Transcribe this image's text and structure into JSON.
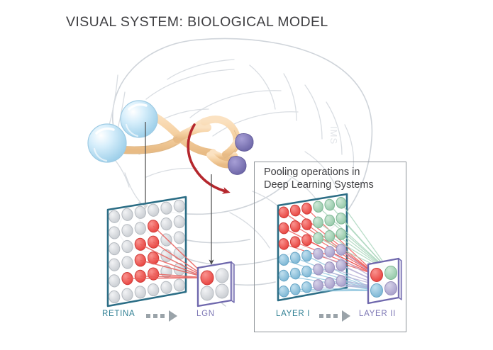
{
  "figure": {
    "title": "VISUAL SYSTEM: BIOLOGICAL MODEL",
    "background_color": "#ffffff",
    "watermark": "IMS"
  },
  "inner_panel": {
    "title_line1": "Pooling operations in",
    "title_line2": "Deep Learning Systems",
    "border_color": "#8f9499"
  },
  "labels": {
    "retina": "RETINA",
    "lgn": "LGN",
    "layer1": "LAYER I",
    "layer2": "LAYER II"
  },
  "colors": {
    "plate_border_teal": "#2b6d85",
    "plate_border_purple": "#6f68ad",
    "cell_gray": "#d4d7da",
    "cell_red": "#ef5350",
    "cell_green": "#a8d5ba",
    "cell_blue": "#8fc4dd",
    "cell_purple": "#b5aed4",
    "brain_outline": "#cfd4da",
    "eye_blue": "#b8ddf0",
    "nerve_tan": "#f3cfa0",
    "lgn_nub_purple": "#7b74b4",
    "red_arrow": "#b5272d",
    "label_teal": "#2f7f93",
    "label_purple": "#7d77b5",
    "sequence_gray": "#9aa3a9",
    "text_dark": "#3f3f42"
  },
  "diagram_data": {
    "type": "diagram",
    "description": "Biological visual system (retina to LGN) compared with pooling operations in deep learning systems (layer I to layer II).",
    "retina_plate": {
      "rows": 6,
      "cols": 6,
      "active_cells": [
        [
          1,
          3
        ],
        [
          2,
          2
        ],
        [
          2,
          3
        ],
        [
          3,
          2
        ],
        [
          3,
          3
        ],
        [
          4,
          1
        ],
        [
          4,
          2
        ],
        [
          4,
          3
        ]
      ],
      "active_color": "#ef5350",
      "inactive_color": "#d4d7da"
    },
    "lgn_plate": {
      "rows": 2,
      "cols": 2,
      "active_cells": [
        [
          0,
          0
        ]
      ],
      "active_color": "#ef5350"
    },
    "layer1_plate": {
      "rows": 6,
      "cols": 6,
      "quadrants": [
        {
          "name": "top-left",
          "color": "#ef5350"
        },
        {
          "name": "top-right",
          "color": "#a8d5ba"
        },
        {
          "name": "bottom-left",
          "color": "#8fc4dd"
        },
        {
          "name": "bottom-right",
          "color": "#b5aed4"
        }
      ]
    },
    "layer2_plate": {
      "rows": 2,
      "cols": 2,
      "cells": [
        {
          "pos": "top-left",
          "color": "#ef5350"
        },
        {
          "pos": "top-right",
          "color": "#a8d5ba"
        },
        {
          "pos": "bottom-left",
          "color": "#8fc4dd"
        },
        {
          "pos": "bottom-right",
          "color": "#b5aed4"
        }
      ]
    },
    "anatomy": {
      "eyes": 2,
      "optic_chiasm": true,
      "lgn_nubs": 2,
      "signal_arrow": "red curved arrow from chiasm to right LGN nub"
    }
  }
}
